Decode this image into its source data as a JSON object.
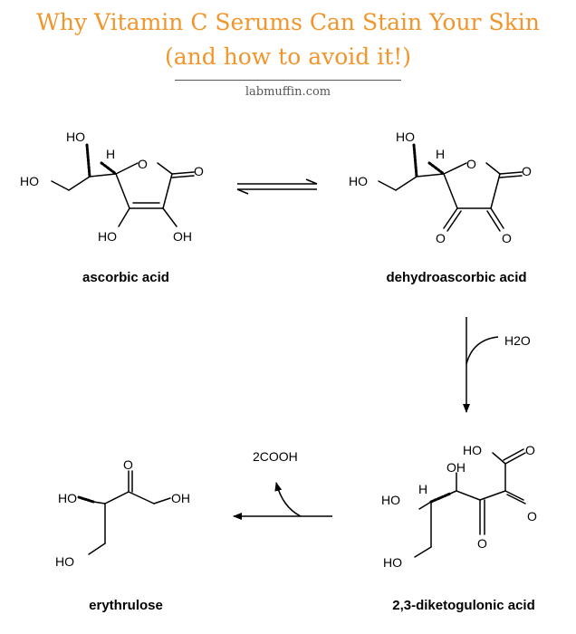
{
  "header": {
    "title_line1": "Why Vitamin C Serums Can Stain Your Skin",
    "title_line2": "(and how to avoid it!)",
    "site": "labmuffin.com"
  },
  "compounds": {
    "ascorbic_acid": "ascorbic acid",
    "dehydroascorbic_acid": "dehydroascorbic acid",
    "diketogulonic_acid": "2,3-diketogulonic acid",
    "erythrulose": "erythrulose"
  },
  "reagents": {
    "water": "H2O",
    "byproduct": "2COOH"
  },
  "atoms": {
    "ho": "HO",
    "oh": "OH",
    "o": "O",
    "h": "H"
  },
  "colors": {
    "title": "#f0962d",
    "ink": "#000000"
  }
}
